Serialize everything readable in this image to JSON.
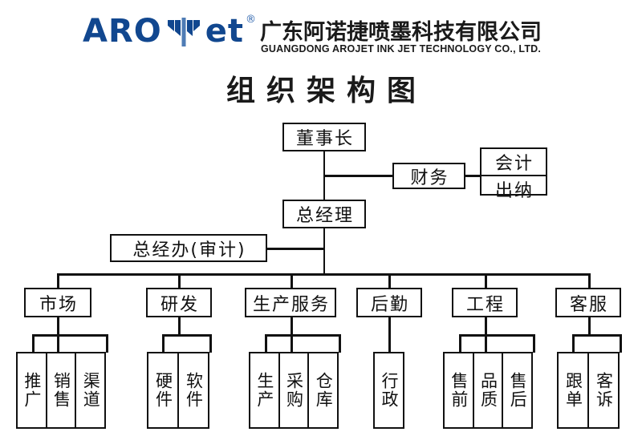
{
  "header": {
    "logo": {
      "text_left": "ARO",
      "mark": "leaf-mark",
      "text_right": "et",
      "registered": "®",
      "color": "#11478f"
    },
    "company_cn": "广东阿诺捷喷墨科技有限公司",
    "company_en": "GUANGDONG AROJET INK JET TECHNOLOGY CO., LTD."
  },
  "title": "组织架构图",
  "colors": {
    "background": "#ffffff",
    "line": "#111111",
    "text": "#111111",
    "brand": "#11478f"
  },
  "org": {
    "chairman": "董事长",
    "finance": "财务",
    "finance_children": [
      "会计",
      "出纳"
    ],
    "general_manager": "总经理",
    "gm_office": "总经办(审计)",
    "departments": [
      {
        "name": "市场",
        "children": [
          "推广",
          "销售",
          "渠道"
        ]
      },
      {
        "name": "研发",
        "children": [
          "硬件",
          "软件"
        ]
      },
      {
        "name": "生产服务",
        "children": [
          "生产",
          "采购",
          "仓库"
        ]
      },
      {
        "name": "后勤",
        "children": [
          "行政"
        ]
      },
      {
        "name": "工程",
        "children": [
          "售前",
          "品质",
          "售后"
        ]
      },
      {
        "name": "客服",
        "children": [
          "跟单",
          "客诉"
        ]
      }
    ]
  }
}
